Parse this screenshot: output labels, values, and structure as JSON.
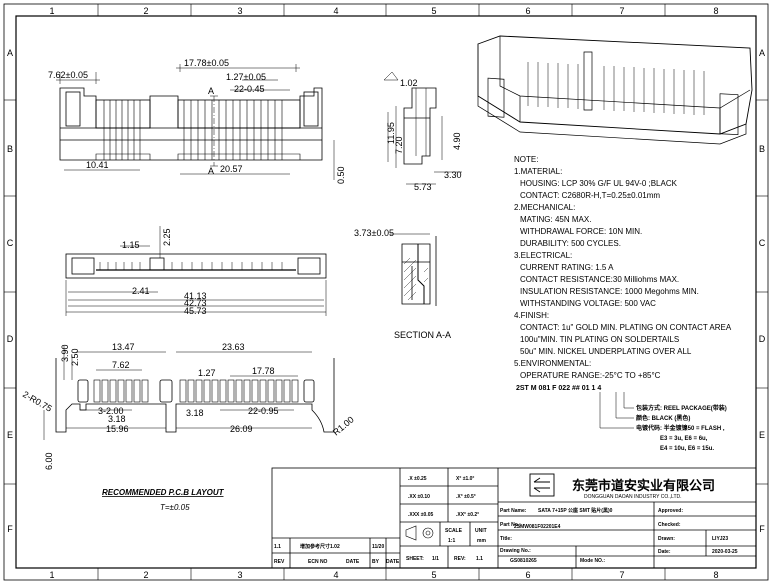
{
  "frame": {
    "columns": [
      "1",
      "2",
      "3",
      "4",
      "5",
      "6",
      "7",
      "8"
    ],
    "rows": [
      "A",
      "B",
      "C",
      "D",
      "E",
      "F"
    ]
  },
  "front_view": {
    "dims": [
      "7.62±0.05",
      "17.78±0.05",
      "1.27±0.05",
      "22-0.45",
      "10.41",
      "20.57",
      "0.50",
      "A",
      "A"
    ]
  },
  "side_view": {
    "dims": [
      "1.02",
      "11.95",
      "7.20",
      "4.90",
      "3.30",
      "5.73"
    ]
  },
  "bottom_view": {
    "dims": [
      "1.15",
      "2.25",
      "2.41",
      "41.13",
      "42.73",
      "45.73"
    ]
  },
  "section_view": {
    "dim": "3.73±0.05",
    "label": "SECTION A-A"
  },
  "pcb_layout": {
    "dims": [
      "3.90",
      "2.50",
      "13.47",
      "23.63",
      "7.62",
      "1.27",
      "17.78",
      "2-R0.75",
      "3-2.00",
      "3.18",
      "3.18",
      "22-0.95",
      "15.96",
      "26.09",
      "R1.00",
      "6.00"
    ],
    "title": "RECOMMENDED P.C.B LAYOUT",
    "tolerance": "T=±0.05"
  },
  "notes": {
    "lines": [
      "NOTE:",
      "1.MATERIAL:",
      "HOUSING: LCP  30% G/F UL 94V-0 ;BLACK",
      "CONTACT:   C2680R-H,T=0.25±0.01mm",
      "2.MECHANICAL:",
      "MATING: 45N MAX.",
      "WITHDRAWAL FORCE: 10N MIN.",
      "DURABILITY: 500 CYCLES.",
      "3.ELECTRICAL:",
      "CURRENT RATING: 1.5 A",
      "CONTACT RESISTANCE:30 Milliohms MAX.",
      "INSULATION RESISTANCE: 1000 Megohms MIN.",
      "WITHSTANDING VOLTAGE: 500 VAC",
      "4.FINISH:",
      "CONTACT: 1u\" GOLD MIN. PLATING ON CONTACT AREA",
      "100u\"MIN. TIN PLATING ON SOLDERTAILS",
      "50u\" MIN. NICKEL UNDERPLATING OVER ALL",
      "5.ENVIRONMENTAL:",
      "OPERATURE RANGE:-25°C TO +85°C"
    ]
  },
  "part_code": {
    "code": "2ST M 081 F 022 ## 01 1 4",
    "legend": [
      "包装方式: REEL PACKAGE(带装)",
      "颜色: BLACK (黑色)",
      "电镀代码: 半金镀镍50 = FLASH ,",
      "E3 = 3u,  E6 = 6u,",
      "E4 = 10u, E6 = 15u."
    ]
  },
  "title_block": {
    "tol": [
      ".X    ±0.25",
      "X°  ±1.0°",
      ".XX   ±0.10",
      ".X°  ±0.5°",
      ".XXX  ±0.05",
      ".XX°  ±0.2°"
    ],
    "scale_label": "SCALE",
    "scale_value": "1:1",
    "unit_label": "UNIT",
    "unit_value": "mm",
    "company": "东莞市道安实业有限公司",
    "company_en": "DONGGUAN DAOAN INDUSTRY CO.,LTD.",
    "part_name_label": "Part Name:",
    "part_name_value": "SATA 7+15P 公座 SMT 贴片(黑)0",
    "part_no_label": "Part No.:",
    "part_no_value": "2SMW081F02201E4",
    "title_label": "Title:",
    "drawing_no_label": "Drawing No.:",
    "drawing_no_value": "GS0810265",
    "model_label": "Mode NO.:",
    "approved_label": "Approved:",
    "checked_label": "Checked:",
    "drawn_label": "Drawn:",
    "drawn_value": "LIYJ23",
    "date_label": "Date:",
    "date_value": "2020-03-25",
    "rev_row": [
      "1.1",
      "增加参考尺寸1.02",
      "11/20"
    ],
    "rev_header": [
      "REV",
      "ECN NO",
      "DATE",
      "BY",
      "DATE"
    ],
    "sheet_label": "SHEET:",
    "sheet_value": "1/1",
    "rev_label": "REV:",
    "rev_value": "1.1"
  }
}
